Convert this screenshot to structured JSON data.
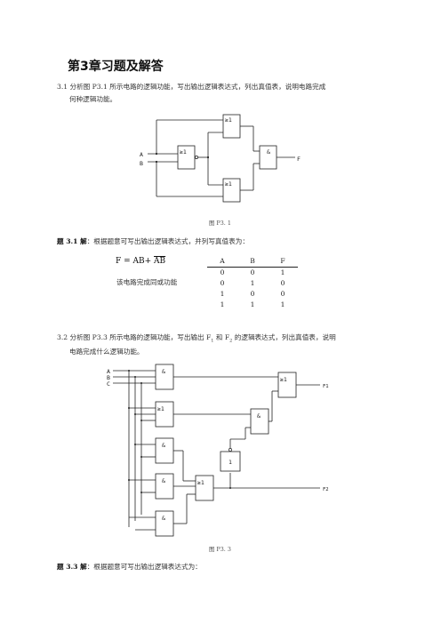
{
  "heading": "第3章习题及解答",
  "q1": {
    "line1": "3.1 分析图 P3.1 所示电路的逻辑功能，写出输出逻辑表达式，列出真值表，说明电路完成",
    "line2": "何种逻辑功能。"
  },
  "fig1": {
    "inputs": [
      "A",
      "B"
    ],
    "output": "F",
    "gates": {
      "or_top": "≥1",
      "or_mid": "≥1",
      "or_bot": "≥1",
      "and_out": "&"
    },
    "caption": "图 P3. 1"
  },
  "sol1": {
    "label": "题 3.1 解",
    "text": "：根据题意可写出输出逻辑表达式，并列写真值表为：",
    "formula": {
      "lhs": "F = AB+ ",
      "overlined": "AB"
    },
    "conclusion": "该电路完成同或功能",
    "truth_table": {
      "headers": [
        "A",
        "B",
        "F"
      ],
      "rows": [
        [
          "0",
          "0",
          "1"
        ],
        [
          "0",
          "1",
          "0"
        ],
        [
          "1",
          "0",
          "0"
        ],
        [
          "1",
          "1",
          "1"
        ]
      ]
    }
  },
  "q2": {
    "line1_a": "3.2 分析图 P3.3 所示电路的逻辑功能，写出输出 F",
    "sub1": "1",
    "line1_b": " 和 F",
    "sub2": "2",
    "line1_c": " 的逻辑表达式，列出真值表，说明",
    "line2": "电路完成什么逻辑功能。"
  },
  "fig2": {
    "inputs": [
      "A",
      "B",
      "C"
    ],
    "outputs": [
      "F1",
      "F2"
    ],
    "gates": {
      "and1": "&",
      "or1": "≥1",
      "and2": "&",
      "and3": "&",
      "and4": "&",
      "or_f1": "≥1",
      "and_mid": "&",
      "not": "1",
      "or_f2": "≥1"
    },
    "caption": "图 P3. 3"
  },
  "sol3": {
    "label": "题 3.3 解",
    "text": "：根据题意可写出输出逻辑表达式为："
  }
}
